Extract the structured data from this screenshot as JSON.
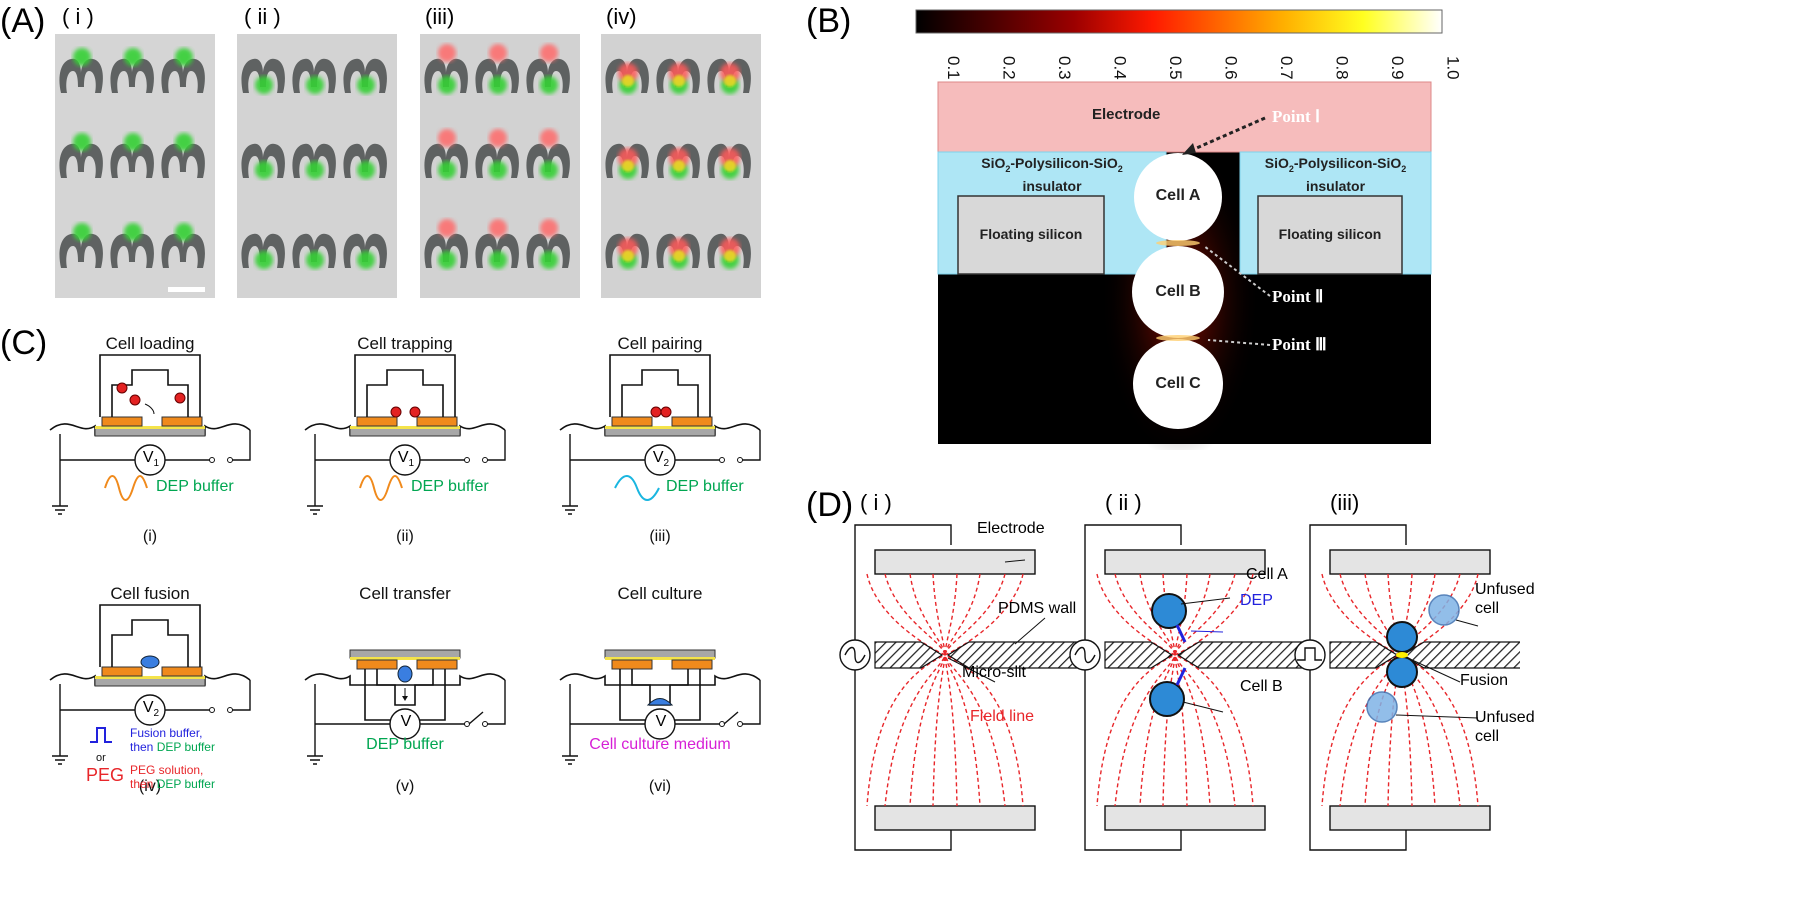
{
  "panels": {
    "A": {
      "letter": "(A)",
      "subs": [
        "( i )",
        "( ii )",
        "(iii)",
        "(iv)"
      ]
    },
    "B": {
      "letter": "(B)",
      "colorbar_ticks": [
        "0.1",
        "0.2",
        "0.3",
        "0.4",
        "0.5",
        "0.6",
        "0.7",
        "0.8",
        "0.9",
        "1.0"
      ],
      "electrode": "Electrode",
      "insulator_line1": "SiO",
      "insulator_sub": "2",
      "insulator_mid": "-Polysilicon-SiO",
      "insulator_sub2": "2",
      "insulator_line2": "insulator",
      "floating": "Floating silicon",
      "cells": [
        "Cell A",
        "Cell B",
        "Cell C"
      ],
      "points": [
        "Point Ⅰ",
        "Point Ⅱ",
        "Point Ⅲ"
      ]
    },
    "C": {
      "letter": "(C)",
      "steps": [
        {
          "title": "Cell loading",
          "volt": "V",
          "volt_sub": "1",
          "buffer": "DEP buffer",
          "num": "(i)"
        },
        {
          "title": "Cell trapping",
          "volt": "V",
          "volt_sub": "1",
          "buffer": "DEP buffer",
          "num": "(ii)"
        },
        {
          "title": "Cell pairing",
          "volt": "V",
          "volt_sub": "2",
          "buffer": "DEP buffer",
          "num": "(iii)"
        },
        {
          "title": "Cell fusion",
          "volt": "V",
          "volt_sub": "2",
          "num": "(iv)"
        },
        {
          "title": "Cell transfer",
          "volt": "V",
          "volt_sub": "",
          "buffer": "DEP buffer",
          "num": "(v)"
        },
        {
          "title": "Cell culture",
          "volt": "V",
          "volt_sub": "",
          "buffer": "Cell culture medium",
          "num": "(vi)"
        }
      ],
      "fusion_or": "or",
      "fusion_buffer_1": "Fusion buffer,",
      "fusion_buffer_2": "then ",
      "fusion_buffer_dep": "DEP buffer",
      "peg_label": "PEG",
      "peg_solution_1": "PEG solution,",
      "peg_solution_2": "then ",
      "peg_solution_dep": "DEP buffer"
    },
    "D": {
      "letter": "(D)",
      "subs": [
        "( i )",
        "( ii )",
        "(iii)"
      ],
      "labels": {
        "electrode": "Electrode",
        "pdms": "PDMS wall",
        "microslit": "Micro-slit",
        "fieldline": "Field line",
        "cellA": "Cell A",
        "dep": "DEP",
        "cellB": "Cell B",
        "unfused1a": "Unfused",
        "unfused1b": "cell",
        "fusion": "Fusion",
        "unfused2a": "Unfused",
        "unfused2b": "cell"
      }
    }
  },
  "colors": {
    "green": "#00a651",
    "blue": "#2222dd",
    "red": "#e8262a",
    "magenta": "#d61fd6",
    "orange": "#f08a1c",
    "cyan": "#1ab6e0"
  }
}
